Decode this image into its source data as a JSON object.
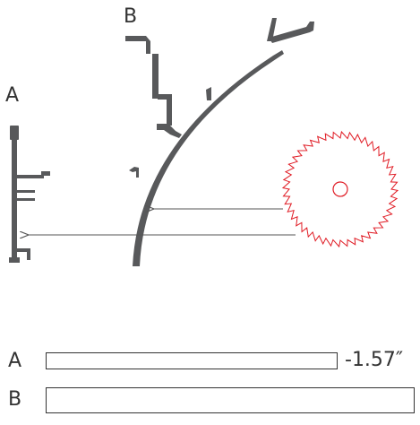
{
  "profiles": {
    "a_label": "A",
    "b_label": "B",
    "profile_color": "#58595b"
  },
  "saw": {
    "blade_color": "#e01b24"
  },
  "comparison": {
    "row_a_label": "A",
    "row_b_label": "B",
    "row_a_value": "-1.57″"
  },
  "colors": {
    "text": "#333333",
    "arrow": "#555555"
  }
}
